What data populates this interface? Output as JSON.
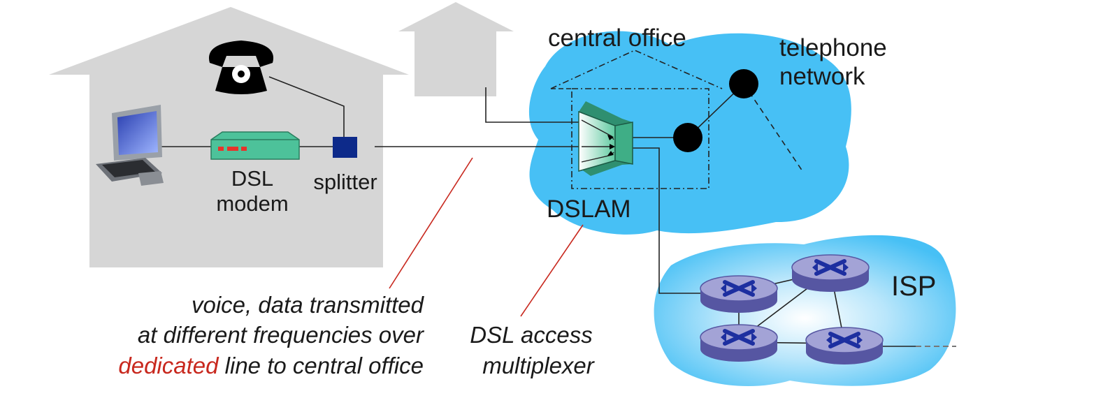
{
  "labels": {
    "central_office": "central office",
    "telephone": "telephone",
    "network": "network",
    "dsl": "DSL",
    "modem": "modem",
    "splitter": "splitter",
    "dslam": "DSLAM",
    "isp": "ISP"
  },
  "captions": {
    "line_1": "voice, data transmitted",
    "line_2": "at different frequencies over",
    "line_3_highlight": "dedicated",
    "line_3_rest": " line to central office",
    "dslam_line_1": "DSL access",
    "dslam_line_2": "multiplexer"
  },
  "colors": {
    "house": "#d6d6d6",
    "cloud": "#47c0f5",
    "modem": "#4dc29a",
    "splitter": "#0d2a8a",
    "router": "#8e8ec4",
    "annotation": "#c8281e"
  },
  "icons": [
    "phone-icon",
    "computer-icon",
    "router-icon"
  ]
}
